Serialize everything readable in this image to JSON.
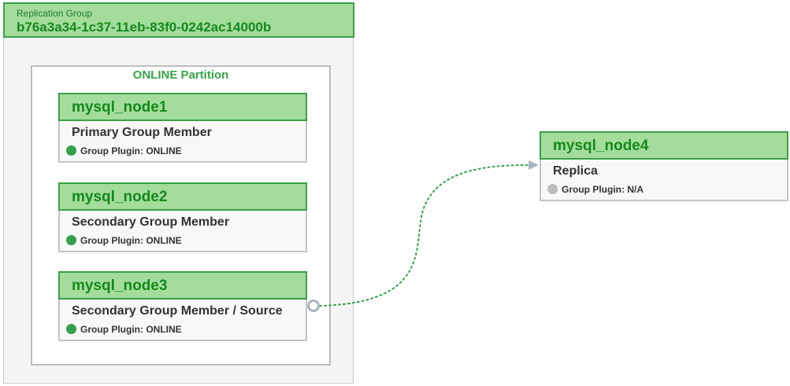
{
  "replication_group": {
    "caption": "Replication Group",
    "id": "b76a3a34-1c37-11eb-83f0-0242ac14000b"
  },
  "partition": {
    "title": "ONLINE Partition"
  },
  "nodes": [
    {
      "name": "mysql_node1",
      "role": "Primary Group Member",
      "status": "Group Plugin: ONLINE",
      "status_color": "#33a14b"
    },
    {
      "name": "mysql_node2",
      "role": "Secondary Group Member",
      "status": "Group Plugin: ONLINE",
      "status_color": "#33a14b"
    },
    {
      "name": "mysql_node3",
      "role": "Secondary Group Member / Source",
      "status": "Group Plugin: ONLINE",
      "status_color": "#33a14b"
    },
    {
      "name": "mysql_node4",
      "role": "Replica",
      "status": "Group Plugin: N/A",
      "status_color": "#bdbdbd"
    }
  ],
  "replication_link": {
    "from": "mysql_node3",
    "to": "mysql_node4",
    "line_color": "#33a14b",
    "endpoint_color": "#a8b4c2"
  }
}
